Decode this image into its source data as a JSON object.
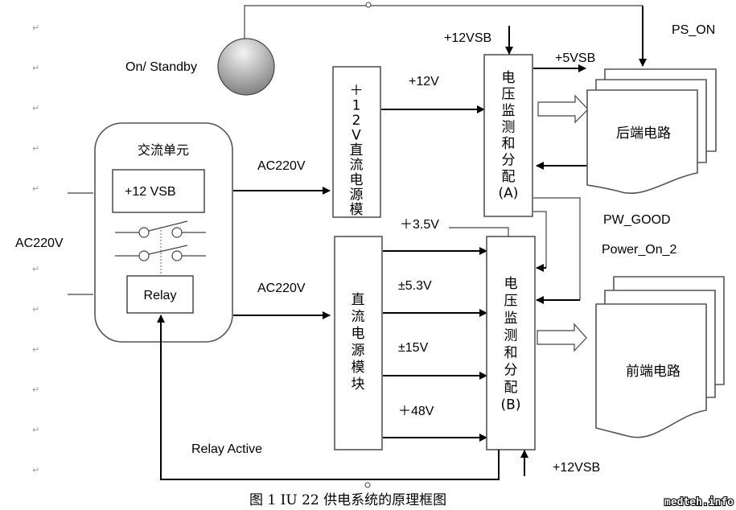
{
  "diagram": {
    "title": "图 1 IU 22 供电系统的原理框图",
    "watermark": "medteh.info",
    "colors": {
      "line": "#000000",
      "box_stroke": "#555555",
      "button_light": "#f4f4f4",
      "button_dark": "#7a7a7a"
    },
    "nodes": {
      "on_standby": {
        "label": "On/ Standby",
        "kind": "button"
      },
      "ac_unit": {
        "title": "交流单元",
        "vsb_label": "+12  VSB",
        "relay_label": "Relay"
      },
      "psu_12v": {
        "label_lines": [
          "＋",
          "1",
          "2",
          "V",
          "直",
          "流",
          "电",
          "源",
          "模"
        ]
      },
      "psu_dc": {
        "label_lines": [
          "直",
          "流",
          "电",
          "源",
          "模",
          "块"
        ]
      },
      "monitor_a": {
        "label_lines": [
          "电",
          "压",
          "监",
          "测",
          "和",
          "分",
          "配",
          "(A)"
        ]
      },
      "monitor_b": {
        "label_lines": [
          "电",
          "压",
          "监",
          "测",
          "和",
          "分",
          "配",
          "(B)"
        ]
      },
      "backend": {
        "label": "后端电路"
      },
      "frontend": {
        "label": "前端电路"
      }
    },
    "signals": {
      "ac_in": "AC220V",
      "ac_to_12v": "AC220V",
      "ac_to_dc": "AC220V",
      "v12": "+12V",
      "vsb_top": "+12VSB",
      "v5sb": "+5VSB",
      "ps_on": "PS_ON",
      "v3_5": "＋3.5V",
      "v5_3": "±5.3V",
      "v15": "±15V",
      "v48": "＋48V",
      "pw_good": "PW_GOOD",
      "power_on_2": "Power_On_2",
      "relay_active": "Relay Active",
      "vsb_bottom": "+12VSB"
    },
    "paragraph_mark": "↵"
  }
}
